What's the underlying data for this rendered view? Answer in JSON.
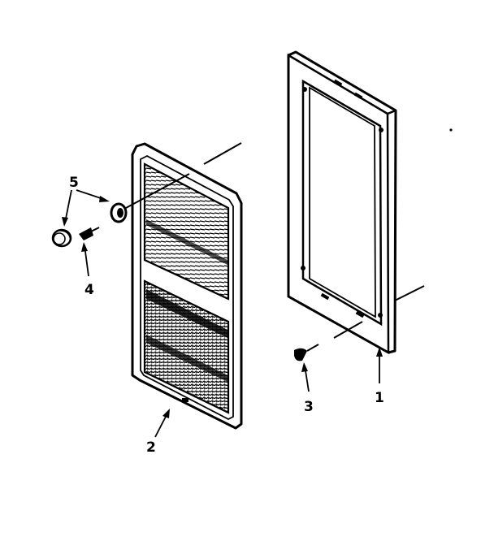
{
  "diagram": {
    "line_color": "#000000",
    "background": "#ffffff",
    "callouts": {
      "1": "1",
      "2": "2",
      "3": "3",
      "4": "4",
      "5": "5"
    }
  }
}
